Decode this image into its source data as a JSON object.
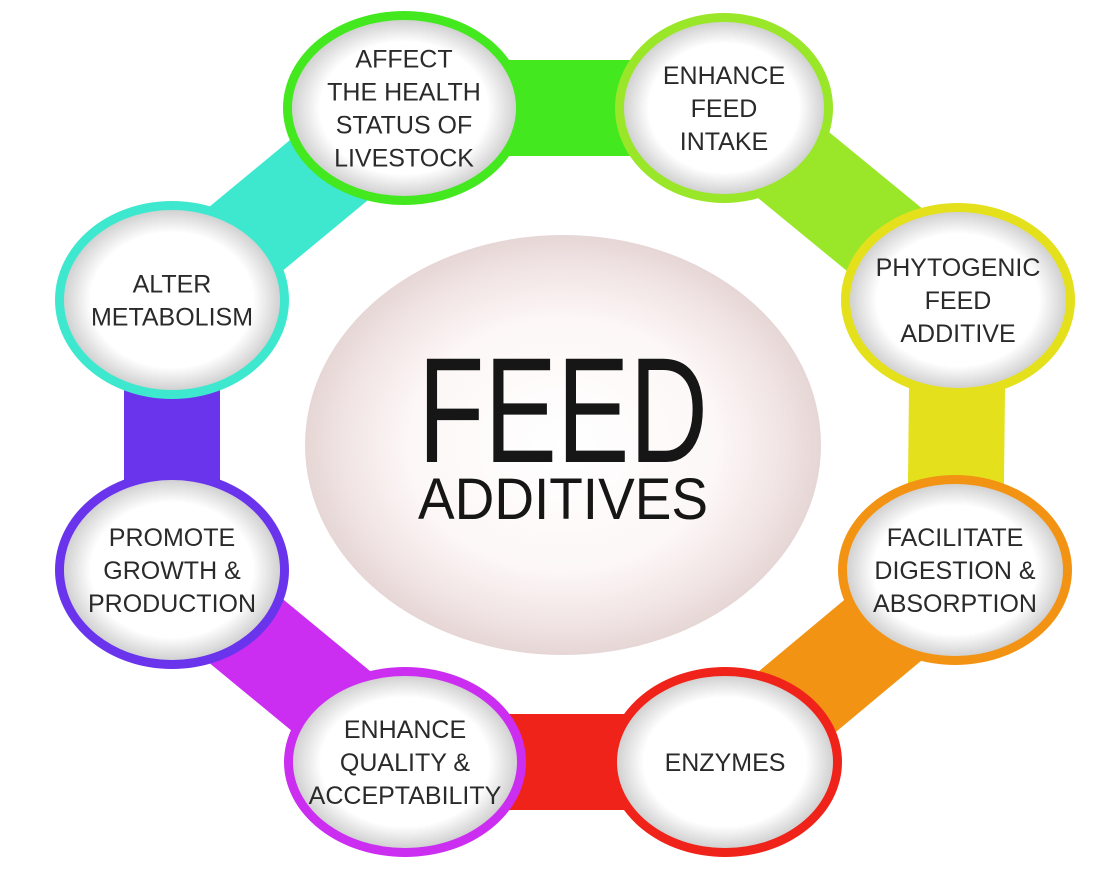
{
  "center": {
    "title": "FEED",
    "subtitle": "ADDITIVES"
  },
  "nodes": [
    {
      "id": "affect-health",
      "lines": [
        "AFFECT",
        "THE HEALTH",
        "STATUS OF",
        "LIVESTOCK"
      ],
      "color": "#43e81f"
    },
    {
      "id": "enhance-feed-intake",
      "lines": [
        "ENHANCE",
        "FEED",
        "INTAKE"
      ],
      "color": "#9ae629"
    },
    {
      "id": "phytogenic-feed-additive",
      "lines": [
        "PHYTOGENIC",
        "FEED",
        "ADDITIVE"
      ],
      "color": "#e4e01c"
    },
    {
      "id": "facilitate-digestion",
      "lines": [
        "FACILITATE",
        "DIGESTION &",
        "ABSORPTION"
      ],
      "color": "#f39313"
    },
    {
      "id": "enzymes",
      "lines": [
        "ENZYMES"
      ],
      "color": "#f0231a"
    },
    {
      "id": "enhance-quality",
      "lines": [
        "ENHANCE",
        "QUALITY &",
        "ACCEPTABILITY"
      ],
      "color": "#cb2ef0"
    },
    {
      "id": "promote-growth",
      "lines": [
        "PROMOTE",
        "GROWTH &",
        "PRODUCTION"
      ],
      "color": "#6a34ec"
    },
    {
      "id": "alter-metabolism",
      "lines": [
        "ALTER",
        "METABOLISM"
      ],
      "color": "#3ee8cf"
    }
  ]
}
